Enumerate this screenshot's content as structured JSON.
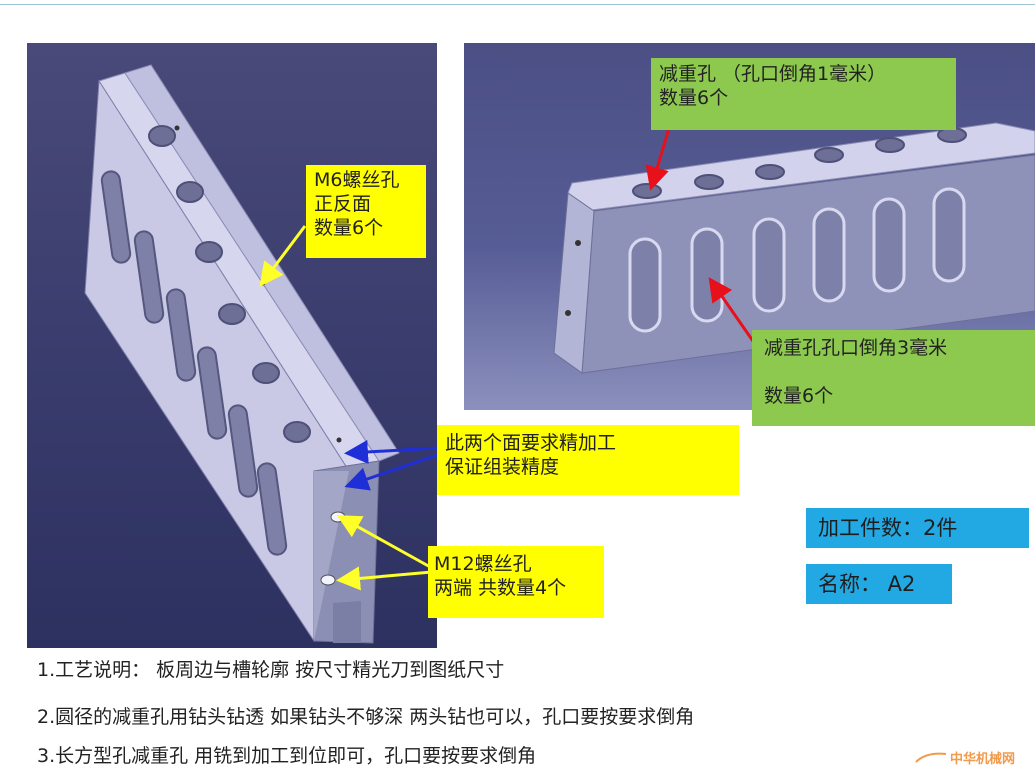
{
  "callouts": {
    "m6": "M6螺丝孔\n正反面\n数量6个",
    "weight_top": "减重孔    （孔口倒角1毫米）\n数量6个",
    "weight_slot": "减重孔孔口倒角3毫米\n\n数量6个",
    "precision": "此两个面要求精加工\n保证组装精度",
    "m12": "M12螺丝孔\n两端 共数量4个"
  },
  "info": {
    "count": "加工件数：2件",
    "name": "名称：  A2"
  },
  "notes": [
    "1.工艺说明：  板周边与槽轮廓 按尺寸精光刀到图纸尺寸",
    "2.圆径的减重孔用钻头钻透 如果钻头不够深  两头钻也可以，孔口要按要求倒角",
    "3.长方型孔减重孔 用铣到加工到位即可，孔口要按要求倒角"
  ],
  "watermark": "中华机械网",
  "colors": {
    "callout_yellow": "#ffff00",
    "callout_green": "#8cc94e",
    "info_blue": "#22a8e2",
    "arrow_yellow": "#ffff2a",
    "arrow_red": "#e8101a",
    "arrow_blue": "#1f2fd8",
    "part_face": "#c9c9e6"
  }
}
